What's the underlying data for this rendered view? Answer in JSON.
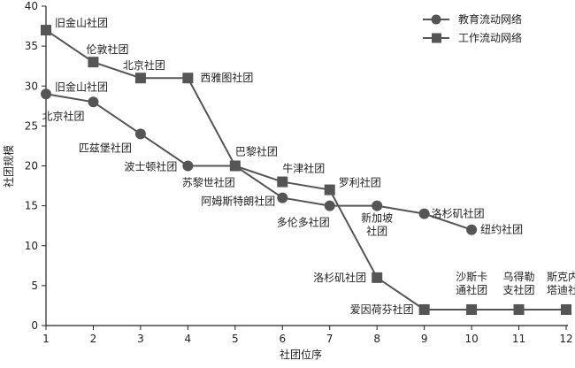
{
  "chart_data": {
    "type": "line",
    "xlabel": "社团位序",
    "ylabel": "社团规模",
    "xlim": [
      1,
      12
    ],
    "ylim": [
      0,
      40
    ],
    "xticks": [
      "1",
      "2",
      "3",
      "4",
      "5",
      "6",
      "7",
      "8",
      "9",
      "10",
      "11",
      "12"
    ],
    "yticks": [
      "0",
      "5",
      "10",
      "15",
      "20",
      "25",
      "30",
      "35",
      "40"
    ],
    "grid": false,
    "legend_position": "top-right",
    "series": [
      {
        "name": "教育流动网络",
        "marker": "circle",
        "color": "#555555",
        "x": [
          1,
          2,
          3,
          4,
          5,
          6,
          7,
          8,
          9,
          10
        ],
        "y": [
          29,
          28,
          24,
          20,
          20,
          16,
          15,
          15,
          14,
          12
        ],
        "labels": [
          [
            "旧金山社团"
          ],
          [
            "北京社团"
          ],
          [
            "匹兹堡社团"
          ],
          [
            "波士顿社团"
          ],
          [
            "苏黎世社团"
          ],
          [
            "阿姆斯特朗社团"
          ],
          [
            "多伦多社团"
          ],
          [
            "新加坡",
            "社团"
          ],
          [
            "洛杉矶社团"
          ],
          [
            "纽约社团"
          ]
        ]
      },
      {
        "name": "工作流动网络",
        "marker": "square",
        "color": "#555555",
        "x": [
          1,
          2,
          3,
          4,
          5,
          6,
          7,
          8,
          9,
          10,
          11,
          12
        ],
        "y": [
          37,
          33,
          31,
          31,
          20,
          18,
          17,
          6,
          2,
          2,
          2,
          2
        ],
        "labels": [
          [
            "旧金山社团"
          ],
          [
            "伦敦社团"
          ],
          [
            "北京社团"
          ],
          [
            "西雅图社团"
          ],
          [
            "巴黎社团"
          ],
          [
            "牛津社团"
          ],
          [
            "罗利社团"
          ],
          [
            "洛杉矶社团"
          ],
          [
            "爱因荷芬社团"
          ],
          [
            "沙斯卡",
            "通社团"
          ],
          [
            "乌得勒",
            "支社团"
          ],
          [
            "斯克内克",
            "塔迪社团"
          ]
        ]
      }
    ]
  }
}
